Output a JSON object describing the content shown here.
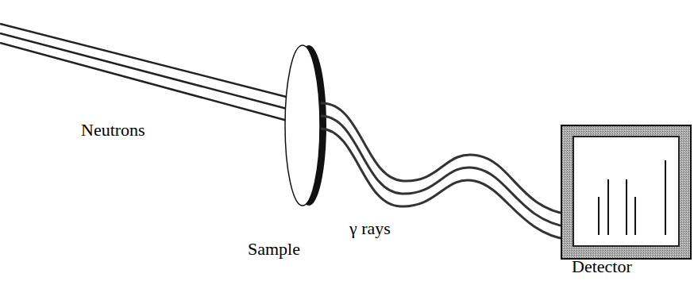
{
  "diagram": {
    "labels": [
      "Neutrons",
      "γ rays",
      "Sample",
      "Detector"
    ]
  }
}
